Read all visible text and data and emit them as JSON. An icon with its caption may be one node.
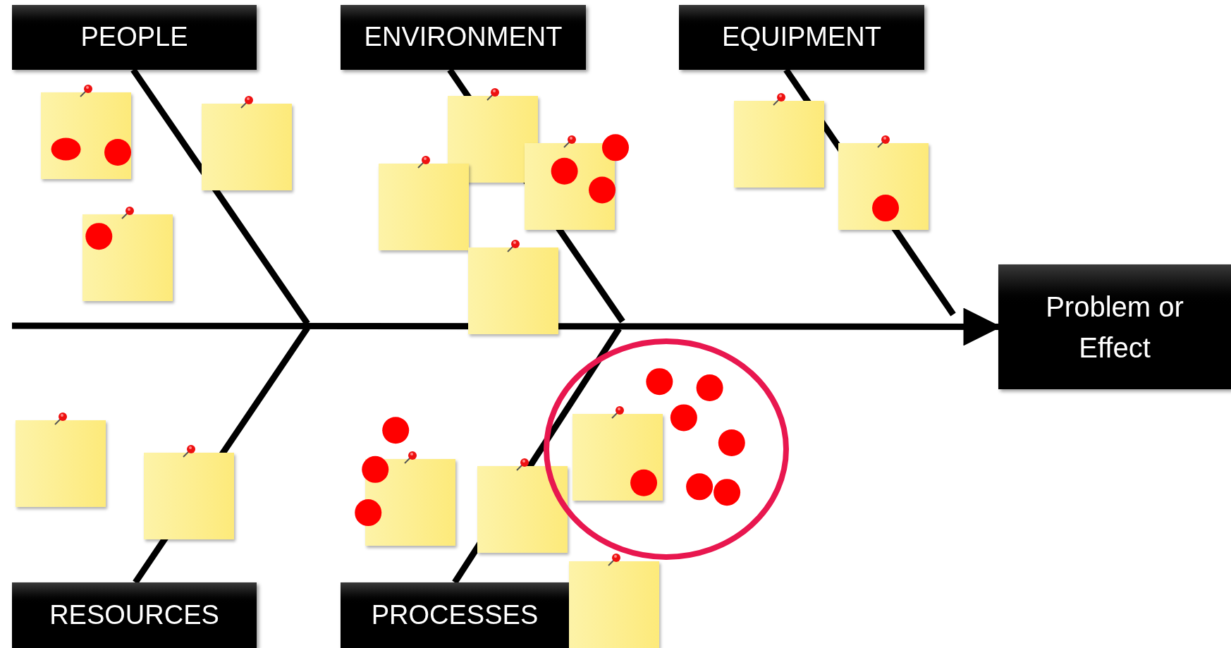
{
  "diagram": {
    "nodes": [
      {
        "text": [
          "PEOPLE"
        ]
      },
      {
        "text": [
          "ENVIRONMENT"
        ]
      },
      {
        "text": [
          "EQUIPMENT"
        ]
      },
      {
        "text": [
          "RESOURCES"
        ]
      },
      {
        "text": [
          "PROCESSES"
        ]
      },
      {
        "text": [
          "Problem or Effect"
        ]
      }
    ],
    "edges": [
      {
        "from": null,
        "to": 5,
        "arrow": "to"
      },
      {
        "from": 0,
        "to": null,
        "arrow": "none"
      },
      {
        "from": 1,
        "to": null,
        "arrow": "none"
      },
      {
        "from": 2,
        "to": null,
        "arrow": "none"
      },
      {
        "from": 3,
        "to": null,
        "arrow": "none"
      },
      {
        "from": 4,
        "to": null,
        "arrow": "none"
      }
    ]
  }
}
